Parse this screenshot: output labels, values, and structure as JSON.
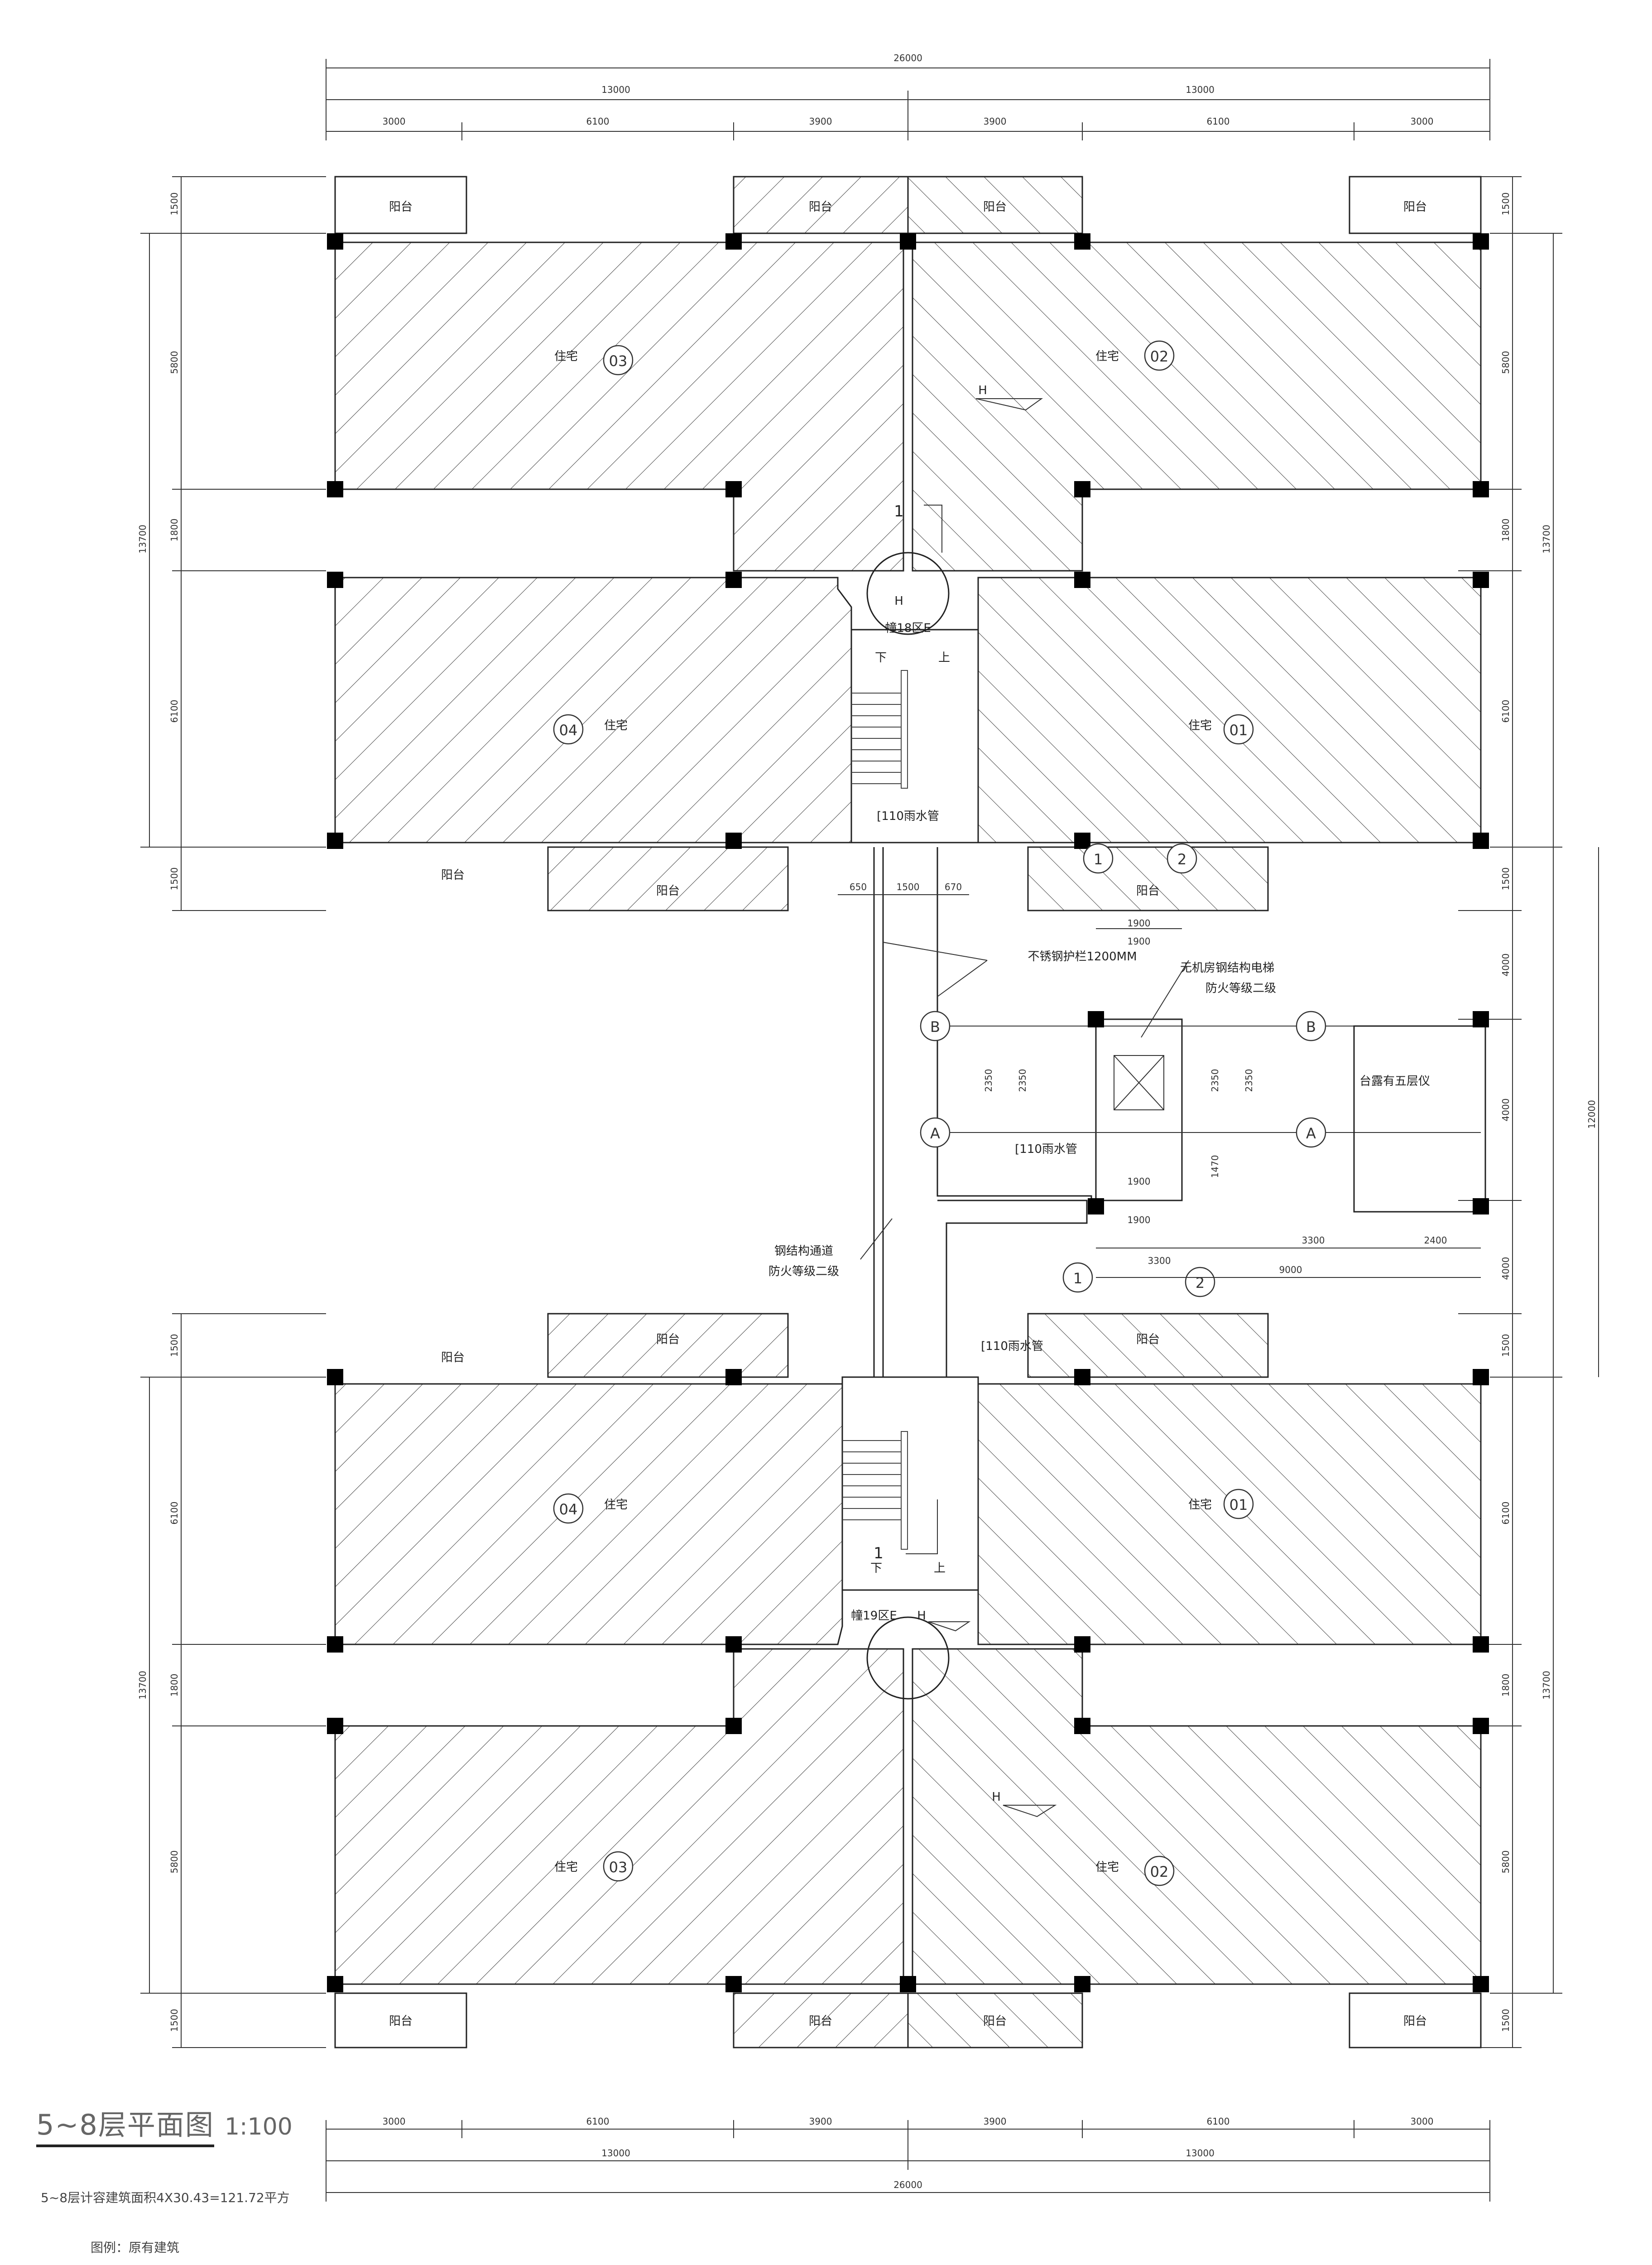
{
  "drawing": {
    "title": "5~8层平面图",
    "scale": "1:100",
    "area_note": "5~8层计容建筑面积4X30.43=121.72平方",
    "legend": "图例：原有建筑"
  },
  "dims": {
    "total_width": "26000",
    "half_width": "13000",
    "bays": [
      "3000",
      "6100",
      "3900",
      "3900",
      "6100",
      "3000"
    ],
    "left_top": [
      "1500",
      "5800",
      "1800",
      "6100",
      "1500"
    ],
    "left_top_total": "13700",
    "left_bottom": [
      "1500",
      "6100",
      "1800",
      "5800",
      "1500"
    ],
    "left_bottom_total": "13700",
    "right_side": [
      "1500",
      "5800",
      "1800",
      "6100",
      "1500",
      "4000",
      "4000",
      "4000",
      "1500",
      "6100",
      "1800",
      "5800",
      "1500"
    ],
    "right_total_top": "13700",
    "right_total_mid": "12000",
    "right_total_bottom": "13700",
    "bridge_widths": [
      "650",
      "1500",
      "670"
    ],
    "elevator_w": "1900",
    "elevator_h": "2350",
    "elevator_bottom": "1470",
    "grid_gap": [
      "3300",
      "2400"
    ],
    "grid_total": "9000"
  },
  "labels": {
    "balcony": "阳台",
    "residence": "住宅",
    "units": [
      "01",
      "02",
      "03",
      "04"
    ],
    "block_top": "幢18区E",
    "block_bottom": "幢19区E",
    "down": "下",
    "up": "上",
    "rain_pipe": "[110雨水管",
    "railing": "不锈钢护栏1200MM",
    "elevator_line1": "无机房钢结构电梯",
    "elevator_line2": "防火等级二级",
    "corridor_line1": "钢结构通道",
    "corridor_line2": "防火等级二级",
    "terrace": "台露有五层仪",
    "level_mark": "H",
    "section_mark": "1",
    "grid_1": "1",
    "grid_2": "2",
    "grid_A": "A",
    "grid_B": "B"
  }
}
